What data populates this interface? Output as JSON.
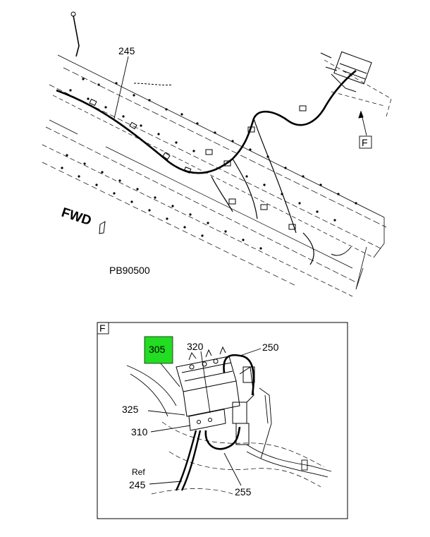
{
  "top_view": {
    "callout_harness": "245",
    "detail_ref": "F",
    "direction": "FWD",
    "drawing_number": "PB90500"
  },
  "detail_view": {
    "title": "F",
    "callouts": {
      "c305": "305",
      "c320": "320",
      "c250": "250",
      "c325": "325",
      "c310": "310",
      "ref": "Ref",
      "c245": "245",
      "c255": "255"
    },
    "highlight_color": "#22dd22"
  }
}
